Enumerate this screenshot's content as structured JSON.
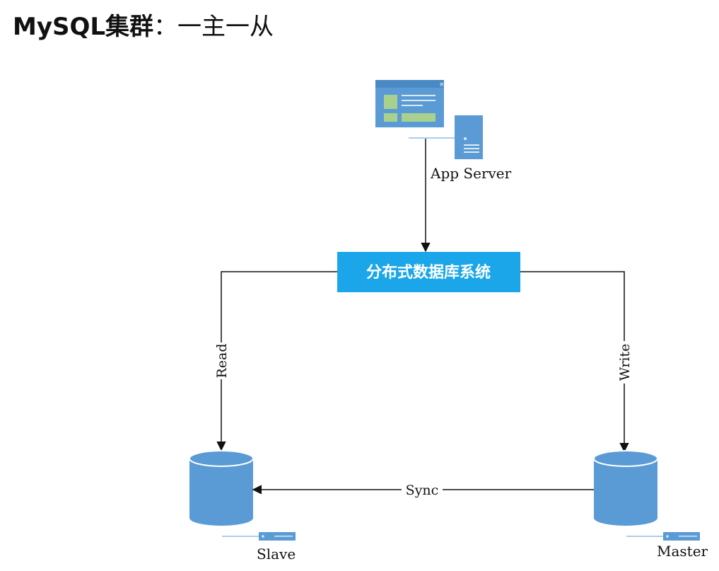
{
  "title": {
    "bold": "MySQL集群",
    "rest": "：一主一从"
  },
  "nodes": {
    "app_server": "App Server",
    "center": "分布式数据库系统",
    "slave": "Slave",
    "master": "Master"
  },
  "edges": {
    "read": "Read",
    "write": "Write",
    "sync": "Sync"
  },
  "colors": {
    "db_blue": "#5b9bd5",
    "center_blue": "#1aa6e8",
    "line": "#111111",
    "window_green": "#a9d18e"
  }
}
